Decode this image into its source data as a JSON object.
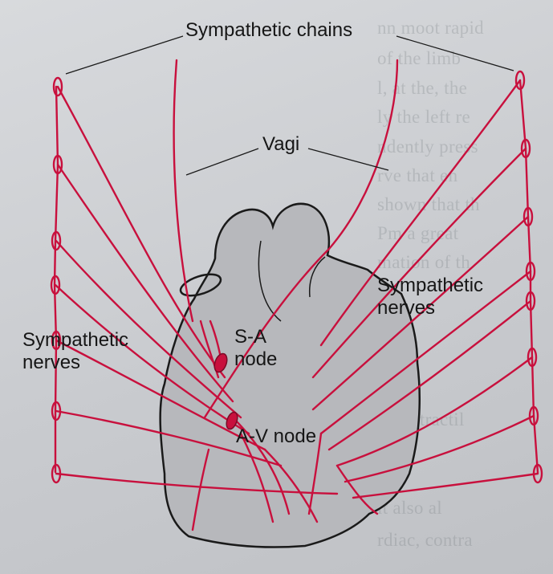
{
  "labels": {
    "sympathetic_chains": "Sympathetic chains",
    "vagi": "Vagi",
    "sympathetic_nerves_right_1": "Sympathetic",
    "sympathetic_nerves_right_2": "nerves",
    "sympathetic_nerves_left_1": "Sympathetic",
    "sympathetic_nerves_left_2": "nerves",
    "sa_node_1": "S-A",
    "sa_node_2": "node",
    "av_node": "A-V node"
  },
  "colors": {
    "nerve": "#c8103d",
    "heart_fill": "#b7b8bc",
    "heart_outline": "#1a1a1a",
    "label_text": "#161616"
  }
}
